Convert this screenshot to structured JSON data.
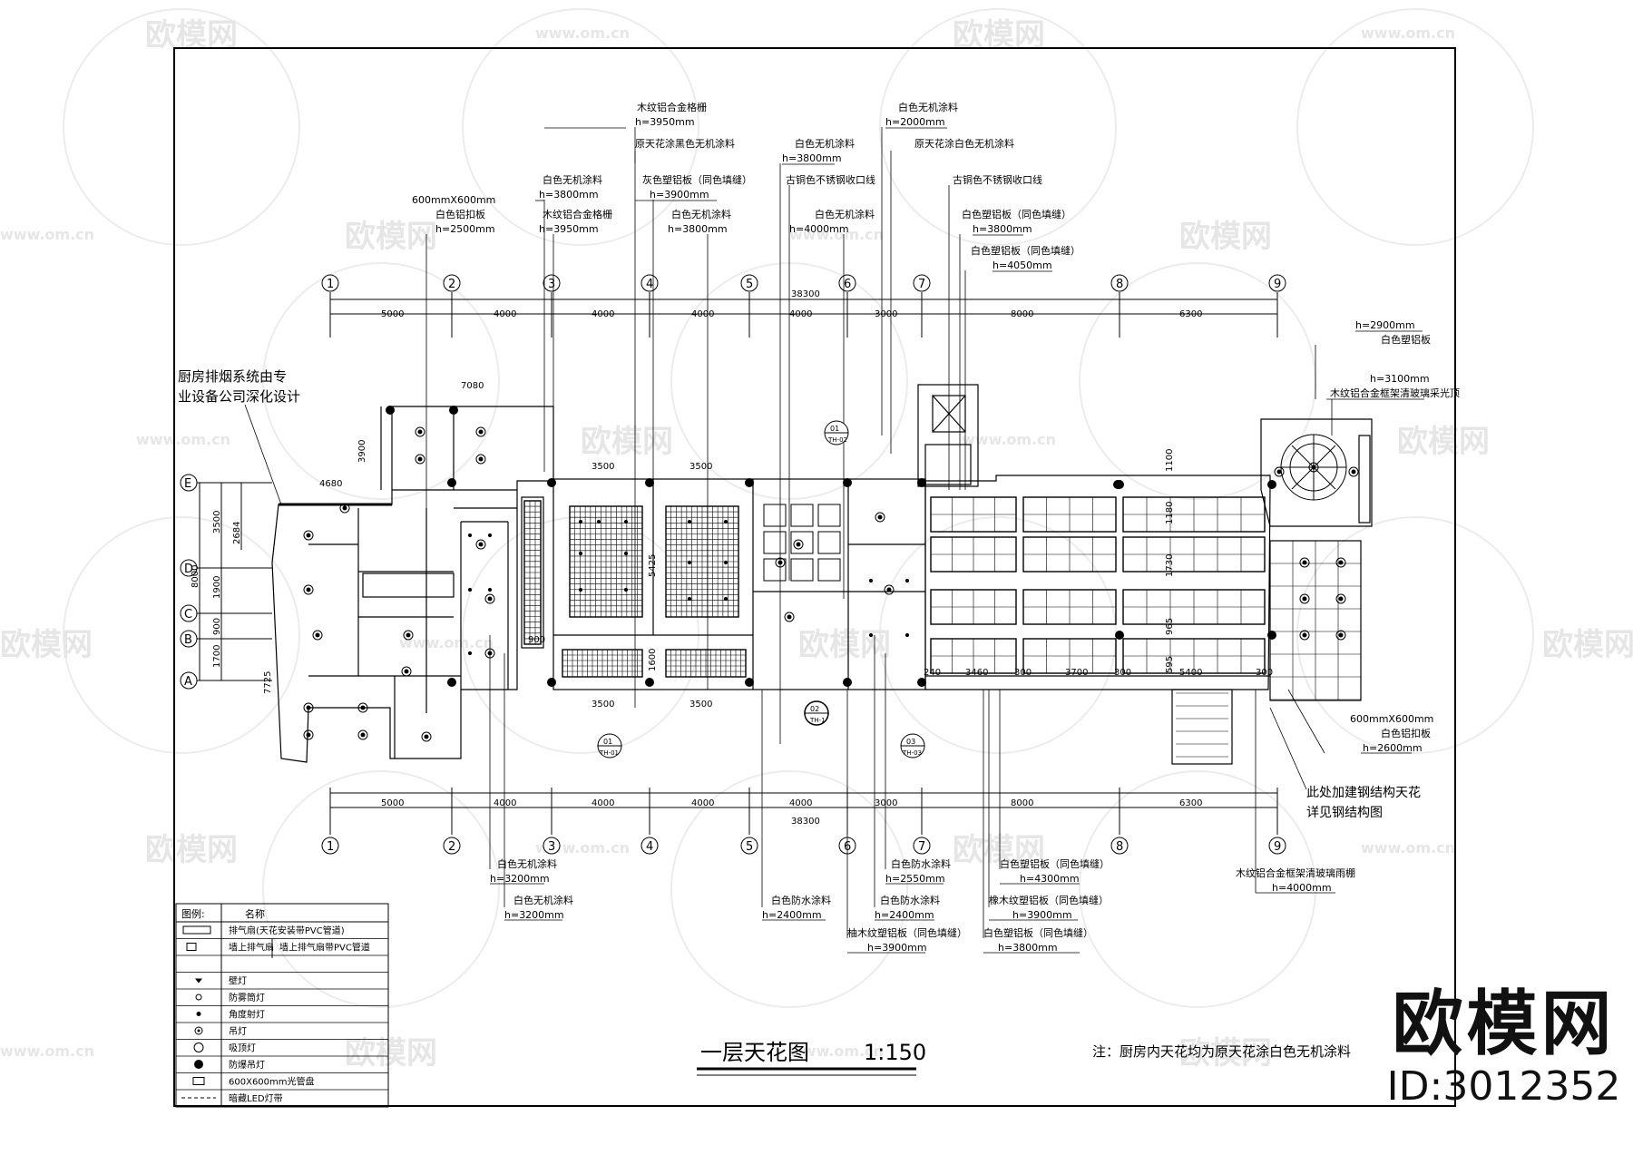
{
  "drawing": {
    "title": "一层天花图",
    "scale": "1:150",
    "note": "注：厨房内天花均为原天花涂白色无机涂料",
    "kitchen_note_1": "厨房排烟系统由专",
    "kitchen_note_2": "业设备公司深化设计",
    "steel_note_1": "此处加建钢结构天花",
    "steel_note_2": "详见钢结构图"
  },
  "axes": {
    "columns": [
      "1",
      "2",
      "3",
      "4",
      "5",
      "6",
      "7",
      "8",
      "9"
    ],
    "rows": [
      "E",
      "D",
      "C",
      "B",
      "A"
    ],
    "column_spacings": [
      "5000",
      "4000",
      "4000",
      "4000",
      "4000",
      "3000",
      "8000",
      "6300"
    ],
    "total": "38300",
    "row_spacings": [
      "3500",
      "1900",
      "900",
      "1700"
    ],
    "row_total": "8000",
    "row_sub_1": "2684",
    "row_sub_2": "7725"
  },
  "dims": {
    "d7080": "7080",
    "d3900": "3900",
    "d4680": "4680",
    "d3500": "3500",
    "d5425": "5425",
    "d1600": "1600",
    "d900": "900",
    "d240": "240",
    "d3460": "3460",
    "d300": "300",
    "d3700": "3700",
    "d5400": "5400",
    "d595": "595",
    "d965": "965",
    "d1180": "1180",
    "d1730": "1730",
    "d1100": "1100"
  },
  "top_labels": {
    "t1a": "600mmX600mm",
    "t1b": "白色铝扣板",
    "t1c": "h=2500mm",
    "t2a": "白色无机涂料",
    "t2b": "h=3800mm",
    "t3a": "木纹铝合金格栅",
    "t3b": "h=3950mm",
    "t4a": "木纹铝合金格栅",
    "t4b": "h=3950mm",
    "t5a": "原天花涂黑色无机涂料",
    "t6a": "灰色塑铝板（同色填缝）",
    "t6b": "h=3900mm",
    "t7a": "白色无机涂料",
    "t7b": "h=3800mm",
    "t8a": "白色无机涂料",
    "t8b": "h=3800mm",
    "t9a": "古铜色不锈钢收口线",
    "t10a": "白色无机涂料",
    "t10b": "h=4000mm",
    "t11a": "白色无机涂料",
    "t11b": "h=2000mm",
    "t12a": "原天花涂白色无机涂料",
    "t13a": "古铜色不锈钢收口线",
    "t14a": "白色塑铝板（同色填缝）",
    "t14b": "h=3800mm",
    "t15a": "白色塑铝板（同色填缝）",
    "t15b": "h=4050mm",
    "t16a": "h=2900mm",
    "t16b": "白色塑铝板",
    "t17a": "h=3100mm",
    "t17b": "木纹铝合金框架清玻璃采光顶",
    "t18a": "600mmX600mm",
    "t18b": "白色铝扣板",
    "t18c": "h=2600mm"
  },
  "bottom_labels": {
    "b1a": "白色无机涂料",
    "b1b": "h=3200mm",
    "b2a": "白色无机涂料",
    "b2b": "h=3200mm",
    "b3a": "白色防水涂料",
    "b3b": "h=2400mm",
    "b4a": "柚木纹塑铝板（同色填缝）",
    "b4b": "h=3900mm",
    "b5a": "白色防水涂料",
    "b5b": "h=2550mm",
    "b6a": "白色防水涂料",
    "b6b": "h=2400mm",
    "b7a": "白色塑铝板（同色填缝）",
    "b7b": "h=4300mm",
    "b8a": "橡木纹塑铝板（同色填缝）",
    "b8b": "h=3900mm",
    "b9a": "白色塑铝板（同色填缝）",
    "b9b": "h=3800mm",
    "b10a": "木纹铝合金框架清玻璃雨棚",
    "b10b": "h=4000mm"
  },
  "section_marks": {
    "s01_top": "01",
    "s01_bot": "TH-01",
    "s02_top": "02",
    "s02_bot": "TH-1",
    "s03_top": "03",
    "s03_bot": "TH-03",
    "s04_top": "01",
    "s04_bot": "TH-02"
  },
  "legend": {
    "header_1": "图例:",
    "header_2": "名称",
    "rows": [
      "排气扇(天花安装带PVC管道)",
      "墙上排气扇",
      "墙上排气扇带PVC管道",
      "壁灯",
      "防雾筒灯",
      "角度射灯",
      "吊灯",
      "吸顶灯",
      "防爆吊灯",
      "600X600mm光管盘",
      "暗藏LED灯带"
    ]
  },
  "watermark": {
    "brand": "欧模网",
    "url": "www.om.cn",
    "id": "ID:3012352"
  }
}
